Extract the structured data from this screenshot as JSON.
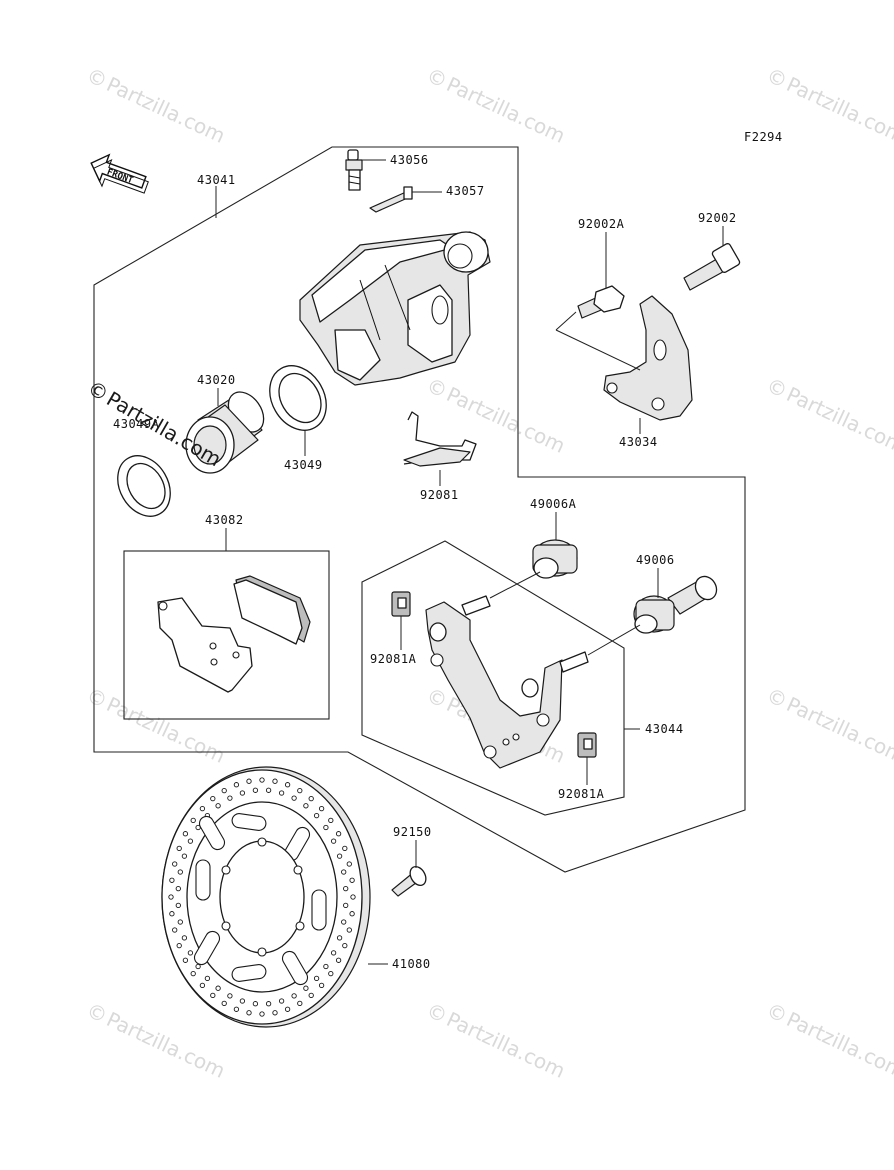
{
  "figure_code": "F2294",
  "front_label": "FRONT",
  "watermark": {
    "text": "Partzilla.com",
    "symbol": "©"
  },
  "parts": [
    {
      "id": "caliper-assy",
      "label": "43041"
    },
    {
      "id": "bleed-valve",
      "label": "43056"
    },
    {
      "id": "bleed-cap",
      "label": "43057"
    },
    {
      "id": "piston",
      "label": "43020"
    },
    {
      "id": "dust-seal",
      "label": "43049"
    },
    {
      "id": "piston-seal",
      "label": "43049A"
    },
    {
      "id": "pad-spring",
      "label": "92081"
    },
    {
      "id": "pad-set",
      "label": "43082"
    },
    {
      "id": "bolt-92002",
      "label": "92002"
    },
    {
      "id": "bolt-92002a",
      "label": "92002A"
    },
    {
      "id": "caliper-bracket",
      "label": "43034"
    },
    {
      "id": "boot-49006a",
      "label": "49006A"
    },
    {
      "id": "boot-49006",
      "label": "49006"
    },
    {
      "id": "clip-upper",
      "label": "92081A"
    },
    {
      "id": "clip-lower",
      "label": "92081A"
    },
    {
      "id": "holder-assy",
      "label": "43044"
    },
    {
      "id": "disc-bolt",
      "label": "92150"
    },
    {
      "id": "brake-disc",
      "label": "41080"
    }
  ]
}
